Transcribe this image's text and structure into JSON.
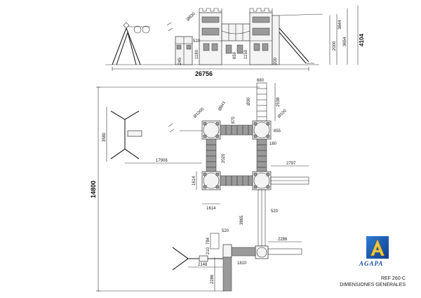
{
  "elevation": {
    "total_length": "26756",
    "total_height": "4104",
    "height_3844": "3844",
    "height_3654": "3654",
    "height_2000": "2000",
    "dia_830": "Ø830",
    "d_520": "520",
    "d_1180": "1180",
    "d_659": "659",
    "d_1159": "1159",
    "d_200": "200",
    "d_245": "245"
  },
  "plan": {
    "overall_length": "14800",
    "d_3580": "3580",
    "d_17908": "17908",
    "dia_1000": "Ø1000",
    "dia_841": "Ø841",
    "dia_30": "Ø30",
    "d_2538": "2538",
    "dia_100": "Ø100",
    "d_870": "870",
    "d_855": "855",
    "d_2020": "2020",
    "d_160": "160",
    "d_2797": "2797",
    "d_1614_v": "1614",
    "d_1614_h": "1614",
    "d_3865": "3865",
    "d_520_a": "520",
    "d_520_b": "520",
    "d_784": "784",
    "d_210": "210",
    "d_2286_h": "2286",
    "d_2148": "2148",
    "d_1810": "1810",
    "d_2286_v": "2286",
    "d_680": "680"
  },
  "brand": {
    "name": "AGAPA",
    "ref": "REF 260-C",
    "subtitle": "DIMENSIONES GENERALES"
  }
}
